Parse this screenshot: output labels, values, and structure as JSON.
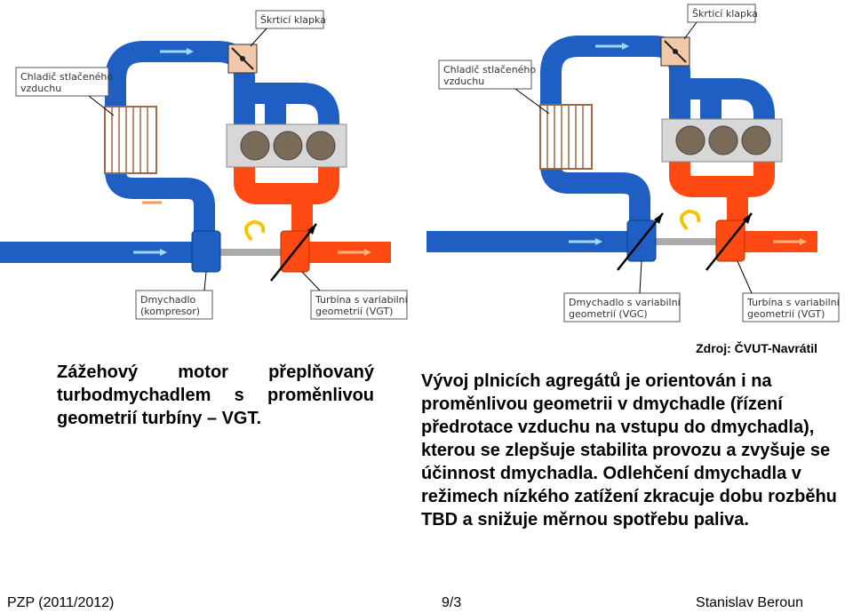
{
  "diagram_left": {
    "label_cooler_line1": "Chladič stlačeného",
    "label_cooler_line2": "vzduchu",
    "label_throttle": "Škrticí klapka",
    "label_compressor_line1": "Dmychadlo",
    "label_compressor_line2": "(kompresor)",
    "label_turbine_line1": "Turbína s variabilní",
    "label_turbine_line2": "geometrií (VGT)"
  },
  "diagram_right": {
    "label_cooler_line1": "Chladič stlačeného",
    "label_cooler_line2": "vzduchu",
    "label_throttle": "Škrticí klapka",
    "label_compressor_line1": "Dmychadlo s variabilní",
    "label_compressor_line2": "geometrií (VGC)",
    "label_turbine_line1": "Turbína s variabilní",
    "label_turbine_line2": "geometrií (VGT)"
  },
  "colors": {
    "intake": "#1f5fc4",
    "exhaust": "#ff4a14",
    "throttle_box": "#f2c8a8"
  },
  "source": "Zdroj: ČVUT-Navrátil",
  "left_caption": "Zážehový motor přeplňovaný turbodmychadlem s proměnlivou geometrií turbíny – VGT.",
  "main_text": "Vývoj plnicích agregátů je orientován i na proměnlivou geometrii v dmychadle (řízení předrotace vzduchu na vstupu do dmychadla), kterou se zlepšuje stabilita provozu a zvyšuje se účinnost dmychadla. Odlehčení dmychadla v režimech nízkého zatížení zkracuje dobu rozběhu TBD a snižuje měrnou spotřebu paliva.",
  "footer": {
    "left": "PZP (2011/2012)",
    "center": "9/3",
    "right": "Stanislav Beroun"
  }
}
